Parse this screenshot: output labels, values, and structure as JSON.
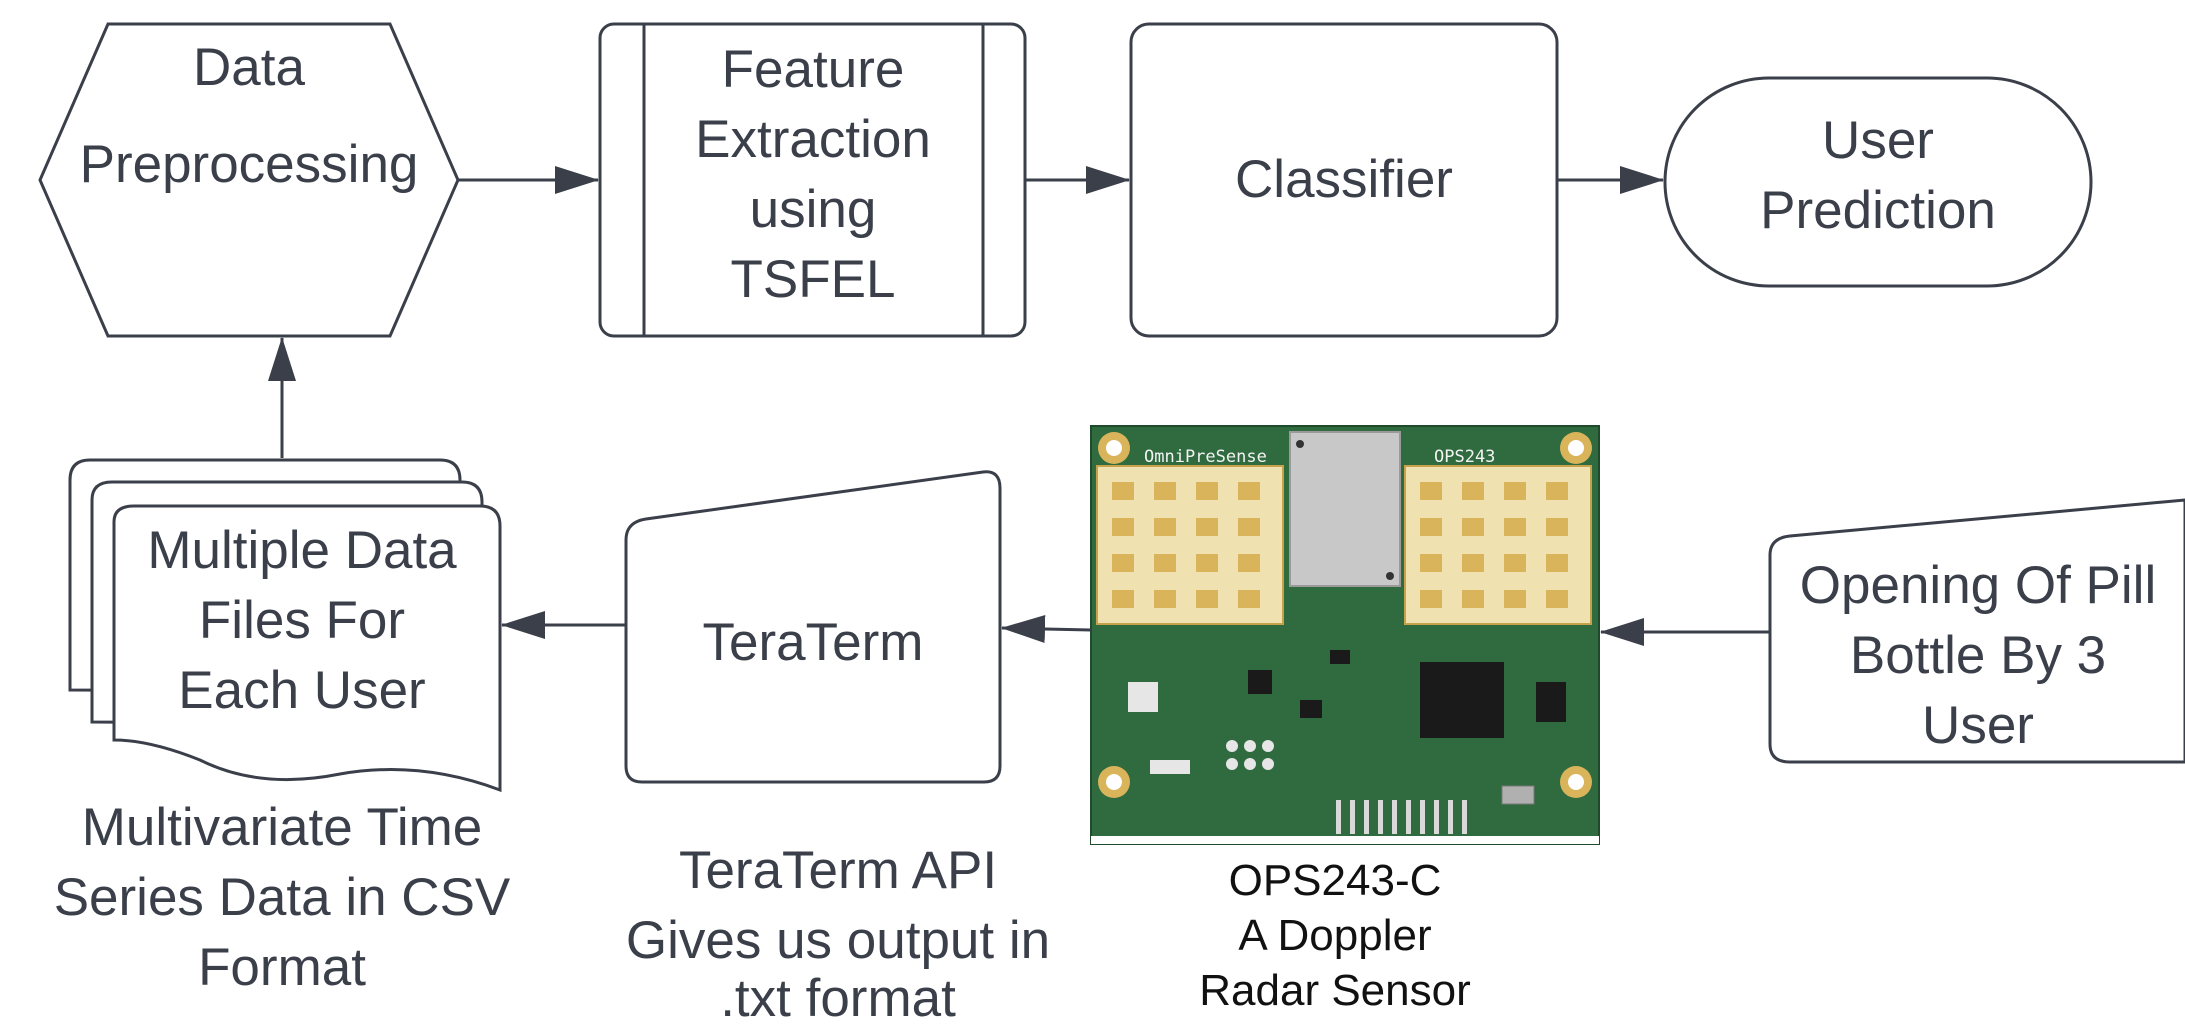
{
  "nodes": {
    "data_preprocessing": [
      "Data",
      "Preprocessing"
    ],
    "feature_extraction": [
      "Feature",
      "Extraction",
      "using",
      "TSFEL"
    ],
    "classifier": [
      "Classifier"
    ],
    "user_prediction": [
      "User",
      "Prediction"
    ],
    "data_files": [
      "Multiple Data",
      "Files For",
      "Each User"
    ],
    "teraterm": [
      "TeraTerm"
    ],
    "pill_bottle": [
      "Opening Of Pill",
      "Bottle By 3",
      "User"
    ]
  },
  "captions": {
    "data_files": [
      "Multivariate Time",
      "Series Data in CSV",
      "Format"
    ],
    "teraterm": [
      "TeraTerm API",
      "Gives us output in",
      ".txt format"
    ],
    "sensor": [
      "OPS243-C",
      "A Doppler",
      "Radar Sensor"
    ]
  },
  "sensor_board_silkscreen": {
    "left": "OmniPreSense",
    "right": "OPS243"
  },
  "colors": {
    "stroke": "#3a3f4a",
    "text": "#3a3f4a",
    "pcb": "#2f6b3f",
    "antenna_pad": "#d9b45a",
    "antenna_bg": "#efe2b0",
    "shield": "#c8c8c8"
  }
}
